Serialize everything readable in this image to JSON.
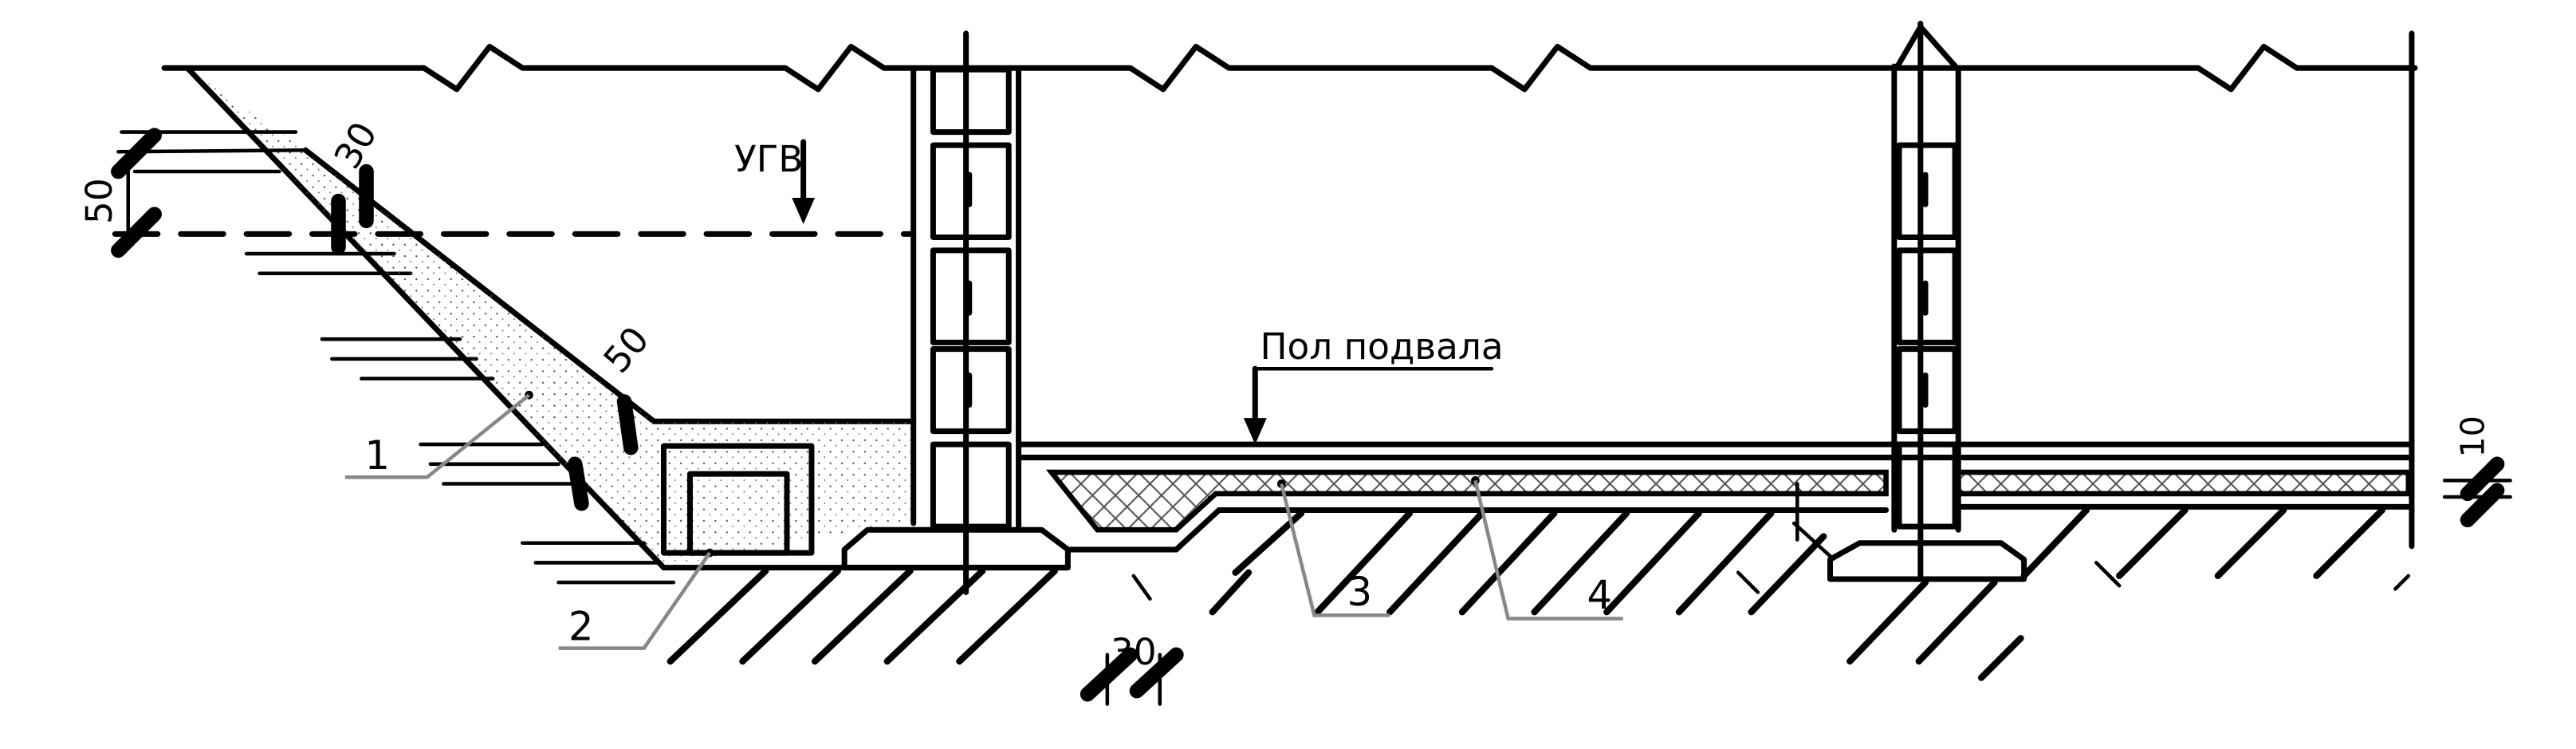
{
  "labels": {
    "water_table": "УГВ",
    "basement_floor": "Пол подвала"
  },
  "callouts": [
    "1",
    "2",
    "3",
    "4"
  ],
  "dimensions": {
    "d50_left": "50",
    "d30_top": "30",
    "d50_slope": "50",
    "d30_bottom": "30",
    "d10_right": "10"
  },
  "colors": {
    "line": "#000000",
    "leader": "#888888",
    "background": "#ffffff"
  }
}
